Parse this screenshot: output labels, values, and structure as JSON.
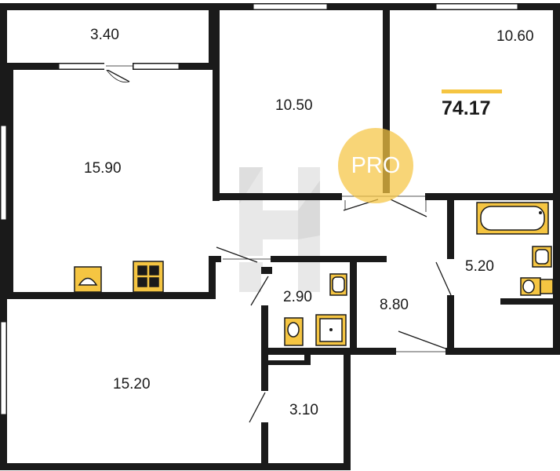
{
  "plan": {
    "total_area": "74.17",
    "badge": "PRO",
    "rooms": [
      {
        "name": "room-area-label-balcony",
        "area": "3.40"
      },
      {
        "name": "room-area-label-bedroom",
        "area": "10.50"
      },
      {
        "name": "room-area-label-bedroom-2",
        "area": "10.60"
      },
      {
        "name": "room-area-label-kitchen-living",
        "area": "15.90"
      },
      {
        "name": "room-area-label-bathroom",
        "area": "5.20"
      },
      {
        "name": "room-area-label-wc",
        "area": "2.90"
      },
      {
        "name": "room-area-label-hall",
        "area": "8.80"
      },
      {
        "name": "room-area-label-room",
        "area": "15.20"
      },
      {
        "name": "room-area-label-storage",
        "area": "3.10"
      }
    ]
  },
  "colors": {
    "wall": "#1a1a1a",
    "accent": "#f5c542",
    "fixture_fill": "#f5c542",
    "watermark": "#cfcfcf"
  },
  "icons": [
    "sink-icon",
    "stove-icon",
    "bathtub-icon",
    "toilet-icon",
    "shower-icon",
    "window-icon",
    "door-swing-icon",
    "watermark-logo"
  ]
}
